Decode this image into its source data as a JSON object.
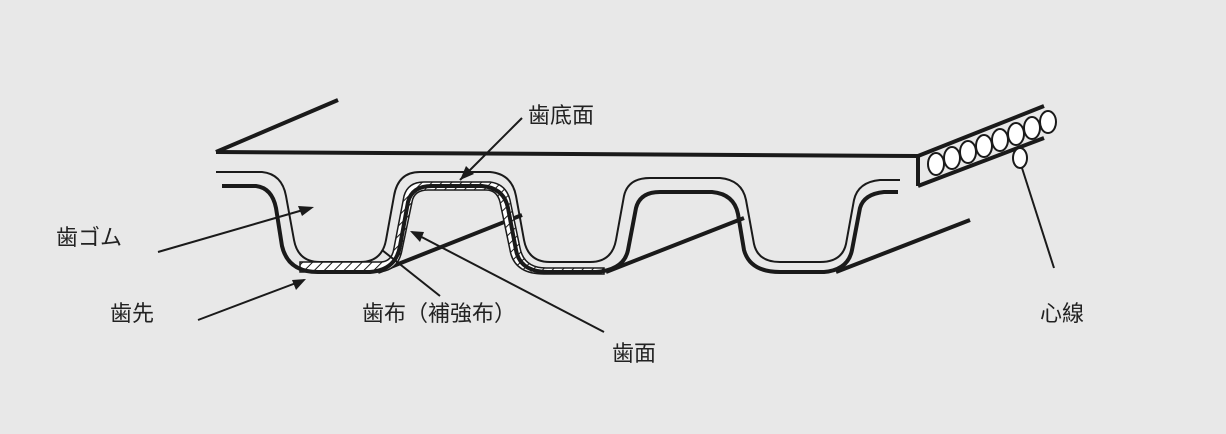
{
  "labels": {
    "tooth_bottom_surface": "歯底面",
    "tooth_rubber": "歯ゴム",
    "tooth_tip": "歯先",
    "tooth_fabric": "歯布（補強布）",
    "tooth_surface": "歯面",
    "core_wire": "心線"
  },
  "colors": {
    "background": "#e8e8e8",
    "line": "#1a1a1a",
    "belt_fill": "#ffffff"
  }
}
